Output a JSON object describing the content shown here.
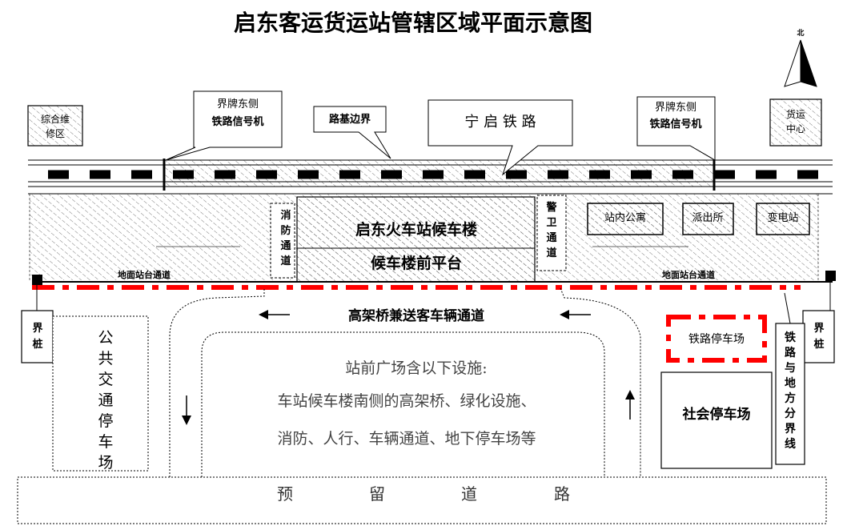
{
  "title": "启东客运货运站管辖区域平面示意图",
  "north": "北",
  "top_labels": {
    "maintenance_area": "综合维修区",
    "freight_center": "货运中心",
    "boundary_sign_left": [
      "界牌东侧",
      "铁路信号机"
    ],
    "boundary_sign_right": [
      "界牌东侧",
      "铁路信号机"
    ],
    "roadbed_boundary": "路基边界",
    "railway": "宁 启 铁 路"
  },
  "station": {
    "waiting_building": "启东火车站候车楼",
    "front_platform": "候车楼前平台",
    "fire_lane": "消防通道",
    "guard_lane": "警卫通道",
    "apartment": "站内公寓",
    "police": "派出所",
    "substation": "变电站"
  },
  "passages": {
    "left": "地面站台通道",
    "right": "地面站台通道",
    "viaduct": "高架桥兼送客车辆通道"
  },
  "boundary_pile": "界桩",
  "bus_parking": "公共交通停车场",
  "rail_parking": "铁路停车场",
  "social_parking": "社会停车场",
  "boundary_line": "铁路与地方分界线",
  "plaza": {
    "heading": "站前广场含以下设施:",
    "line1": "车站候车楼南侧的高架桥、绿化设施、",
    "line2": "消防、人行、车辆通道、地下停车场等"
  },
  "reserved_road": [
    "预",
    "留",
    "道",
    "路"
  ],
  "colors": {
    "boundary_red": "#ff0000",
    "ink": "#000000",
    "hatch": "#555555"
  }
}
